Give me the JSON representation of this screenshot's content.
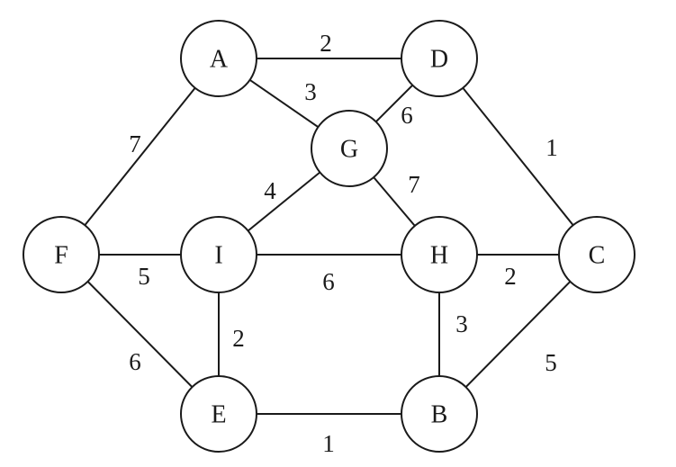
{
  "nodes": [
    {
      "id": "A",
      "label": "A"
    },
    {
      "id": "D",
      "label": "D"
    },
    {
      "id": "G",
      "label": "G"
    },
    {
      "id": "F",
      "label": "F"
    },
    {
      "id": "I",
      "label": "I"
    },
    {
      "id": "H",
      "label": "H"
    },
    {
      "id": "C",
      "label": "C"
    },
    {
      "id": "E",
      "label": "E"
    },
    {
      "id": "B",
      "label": "B"
    }
  ],
  "edges": [
    {
      "from": "A",
      "to": "D",
      "weight": "2"
    },
    {
      "from": "A",
      "to": "G",
      "weight": "3"
    },
    {
      "from": "G",
      "to": "D",
      "weight": "6"
    },
    {
      "from": "D",
      "to": "C",
      "weight": "1"
    },
    {
      "from": "A",
      "to": "F",
      "weight": "7"
    },
    {
      "from": "G",
      "to": "I",
      "weight": "4"
    },
    {
      "from": "G",
      "to": "H",
      "weight": "7"
    },
    {
      "from": "F",
      "to": "I",
      "weight": "5"
    },
    {
      "from": "I",
      "to": "H",
      "weight": "6"
    },
    {
      "from": "H",
      "to": "C",
      "weight": "2"
    },
    {
      "from": "I",
      "to": "E",
      "weight": "2"
    },
    {
      "from": "H",
      "to": "B",
      "weight": "3"
    },
    {
      "from": "F",
      "to": "E",
      "weight": "6"
    },
    {
      "from": "C",
      "to": "B",
      "weight": "5"
    },
    {
      "from": "E",
      "to": "B",
      "weight": "1"
    }
  ]
}
